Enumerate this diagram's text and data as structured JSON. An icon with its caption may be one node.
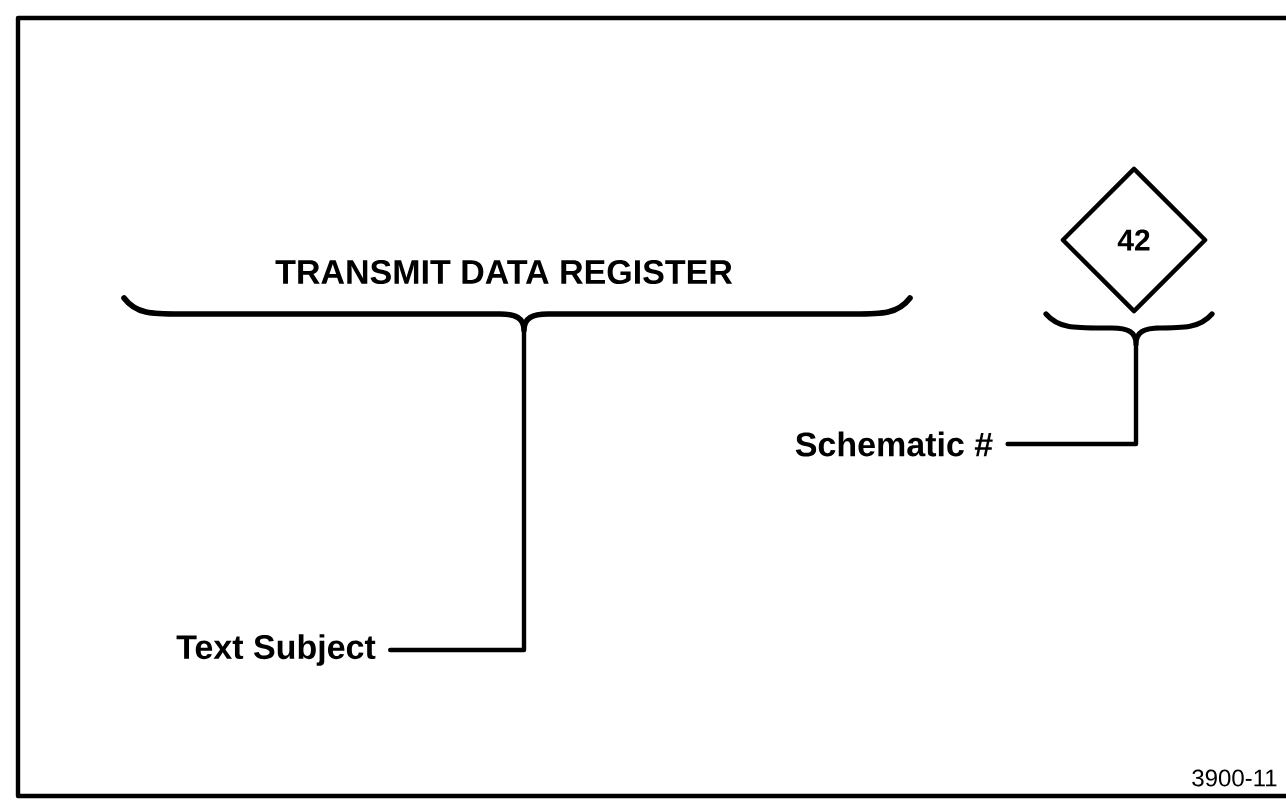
{
  "diagram": {
    "nodes": [
      {
        "text": [
          "TRANSMIT DATA REGISTER"
        ]
      },
      {
        "text": [
          "Text Subject"
        ]
      },
      {
        "text": [
          "42"
        ]
      },
      {
        "text": [
          "Schematic #"
        ]
      }
    ],
    "edges": [
      {
        "from": 1,
        "to": 0,
        "arrow": "none"
      },
      {
        "from": 3,
        "to": 2,
        "arrow": "none"
      }
    ],
    "labels": [
      "3900-11"
    ]
  }
}
